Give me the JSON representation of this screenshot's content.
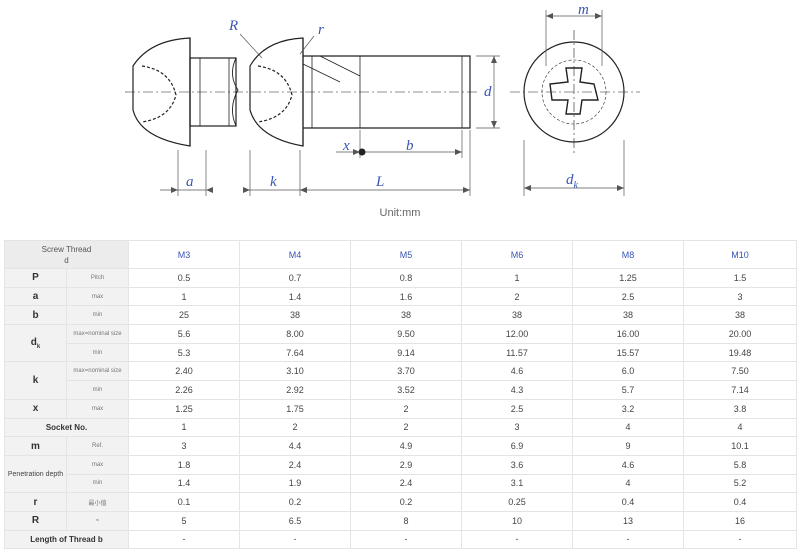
{
  "drawing": {
    "labels": {
      "R": "R",
      "r": "r",
      "m": "m",
      "d": "d",
      "x": "x",
      "b": "b",
      "a": "a",
      "k": "k",
      "L": "L",
      "dk_base": "d",
      "dk_sub": "k"
    },
    "unit": "Unit:mm"
  },
  "table": {
    "corner": {
      "line1": "Screw Thread",
      "line2": "d"
    },
    "sizes": [
      "M3",
      "M4",
      "M5",
      "M6",
      "M8",
      "M10"
    ],
    "rows": {
      "P": {
        "symbol": "P",
        "sub": "Pitch",
        "values": [
          "0.5",
          "0.7",
          "0.8",
          "1",
          "1.25",
          "1.5"
        ]
      },
      "a": {
        "symbol": "a",
        "sub": "max",
        "values": [
          "1",
          "1.4",
          "1.6",
          "2",
          "2.5",
          "3"
        ]
      },
      "b": {
        "symbol": "b",
        "sub": "min",
        "values": [
          "25",
          "38",
          "38",
          "38",
          "38",
          "38"
        ]
      },
      "dk": {
        "symbol": "d",
        "symbol_sub": "k",
        "sub1": "max=nominal size",
        "values1": [
          "5.6",
          "8.00",
          "9.50",
          "12.00",
          "16.00",
          "20.00"
        ],
        "sub2": "min",
        "values2": [
          "5.3",
          "7.64",
          "9.14",
          "11.57",
          "15.57",
          "19.48"
        ]
      },
      "k": {
        "symbol": "k",
        "sub1": "max=nominal size",
        "values1": [
          "2.40",
          "3.10",
          "3.70",
          "4.6",
          "6.0",
          "7.50"
        ],
        "sub2": "min",
        "values2": [
          "2.26",
          "2.92",
          "3.52",
          "4.3",
          "5.7",
          "7.14"
        ]
      },
      "x": {
        "symbol": "x",
        "sub": "max",
        "values": [
          "1.25",
          "1.75",
          "2",
          "2.5",
          "3.2",
          "3.8"
        ]
      },
      "socket": {
        "label": "Socket No.",
        "values": [
          "1",
          "2",
          "2",
          "3",
          "4",
          "4"
        ]
      },
      "m": {
        "symbol": "m",
        "sub": "Ref.",
        "values": [
          "3",
          "4.4",
          "4.9",
          "6.9",
          "9",
          "10.1"
        ]
      },
      "pen": {
        "label": "Penetration depth",
        "sub1": "max",
        "values1": [
          "1.8",
          "2.4",
          "2.9",
          "3.6",
          "4.6",
          "5.8"
        ],
        "sub2": "min",
        "values2": [
          "1.4",
          "1.9",
          "2.4",
          "3.1",
          "4",
          "5.2"
        ]
      },
      "r": {
        "symbol": "r",
        "sub": "最小值",
        "values": [
          "0.1",
          "0.2",
          "0.2",
          "0.25",
          "0.4",
          "0.4"
        ]
      },
      "R": {
        "symbol": "R",
        "sub": "≈",
        "values": [
          "5",
          "6.5",
          "8",
          "10",
          "13",
          "16"
        ]
      },
      "thread": {
        "label": "Length of Thread b",
        "values": [
          "-",
          "-",
          "-",
          "-",
          "-",
          "-"
        ]
      }
    }
  }
}
